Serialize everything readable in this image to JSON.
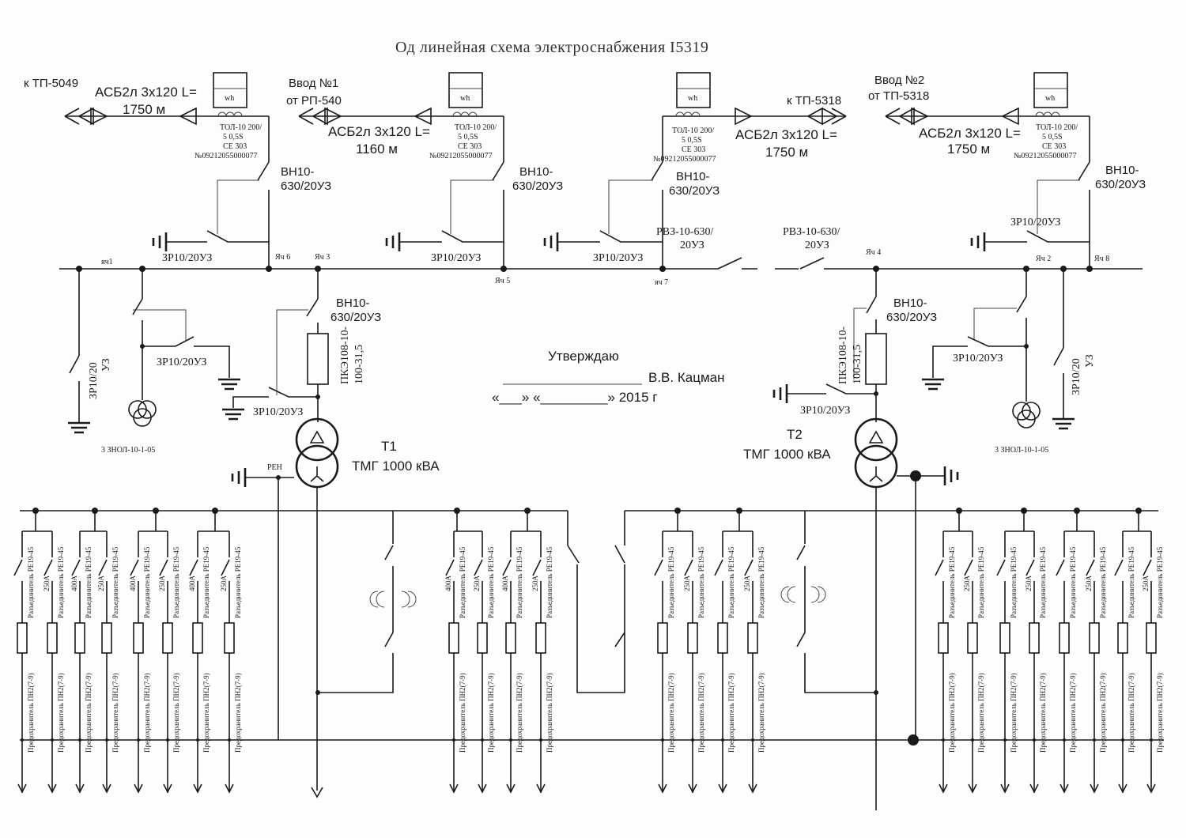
{
  "title": "Од   линейная схема электроснабжения    I5319",
  "approval": {
    "word": "Утверждаю",
    "signer": "В.В. Кацман",
    "date_line": "«___» «_________» 2015 г"
  },
  "feeders": {
    "left_dest": "к ТП-5049",
    "left_cable_1": "АСБ2л 3х120 L=",
    "left_cable_2": "1750 м",
    "in1_title_1": "Ввод №1",
    "in1_title_2": "от РП-540",
    "in1_cable_1": "АСБ2л 3х120 L=",
    "in1_cable_2": "1160 м",
    "right_dest": "к ТП-5318",
    "right_cable_1": "АСБ2л 3х120 L=",
    "right_cable_2": "1750 м",
    "in2_title_1": "Ввод №2",
    "in2_title_2": "от ТП-5318",
    "in2_cable_1": "АСБ2л 3х120 L=",
    "in2_cable_2": "1750 м"
  },
  "meter": {
    "label": "wh",
    "ct_1": "ТОЛ-10 200/",
    "ct_2": "5 0,5S",
    "ct_3": "СЕ 303",
    "ct_4": "№09212055000077"
  },
  "switch_vn": {
    "l1": "ВН10-",
    "l2": "630/20УЗ"
  },
  "earth_sw": "ЗР10/20УЗ",
  "rvz": {
    "l1": "РВЗ-10-630/",
    "l2": "20УЗ"
  },
  "cells": {
    "yach1": "яч1",
    "yach6": "Яч 6",
    "yach3": "Яч 3",
    "yach5": "Яч 5",
    "yach7": "яч 7",
    "yach4": "Яч 4",
    "yach2": "Яч 2",
    "yach8": "Яч 8"
  },
  "vt_earth": {
    "l1": "ЗР10/20",
    "l2": "УЗ"
  },
  "znol": "3 ЗНОЛ-10-1-05",
  "pke": {
    "l1": "ПКЭ108-10-",
    "l2": "100-31,5"
  },
  "t1": {
    "name": "Т1",
    "model": "ТМГ 1000 кВА",
    "pen": "PEH"
  },
  "t2": {
    "name": "Т2",
    "model": "ТМГ 1000 кВА"
  },
  "lv": {
    "disconnector": "Разъединитель РЕ19-45",
    "fuse": "Предохранитель ПН2(7-9)",
    "r400": "400А",
    "r250": "250А"
  }
}
